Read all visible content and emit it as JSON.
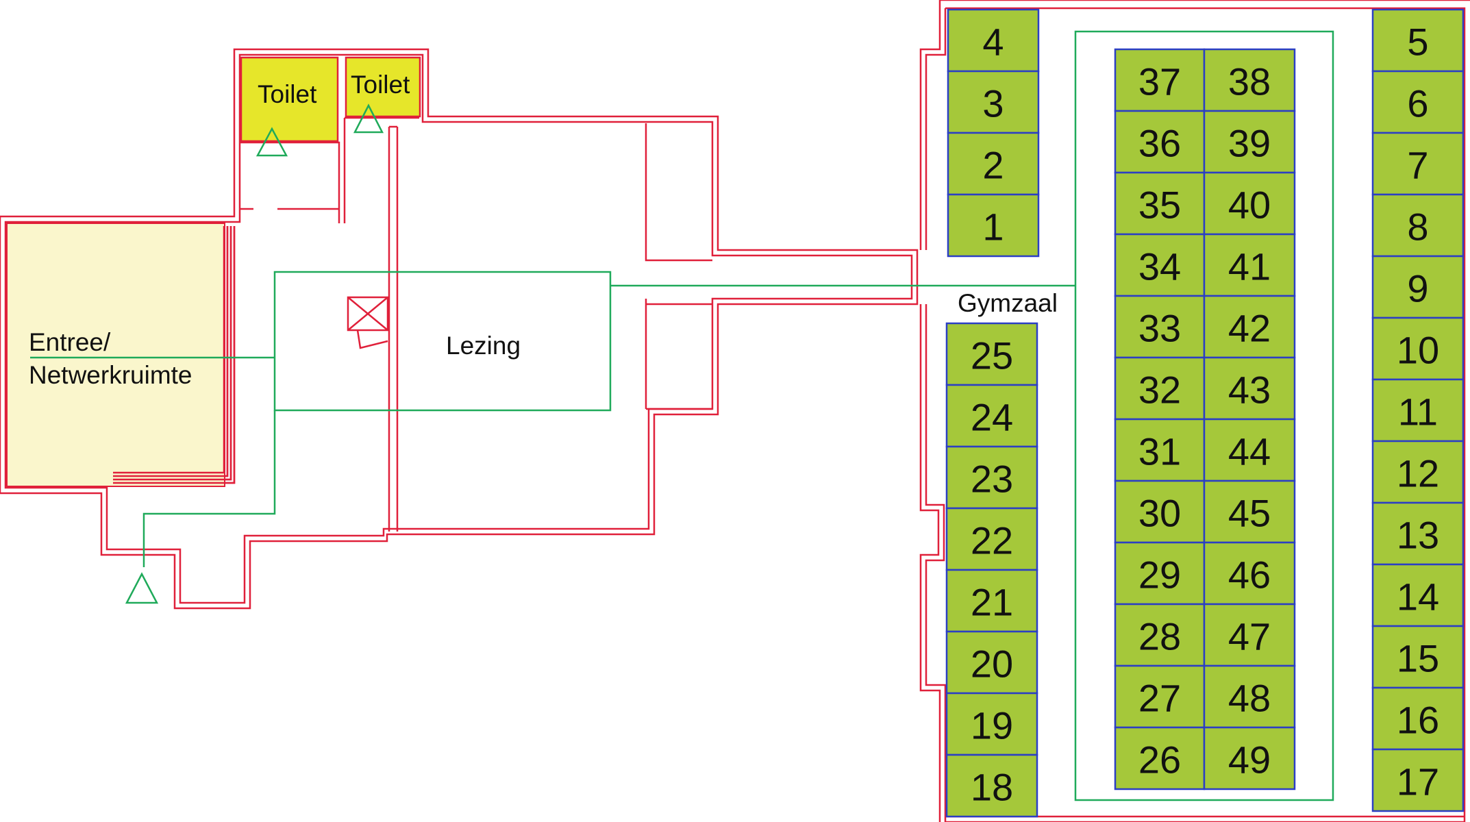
{
  "rooms": {
    "toilet_left": "Toilet",
    "toilet_right": "Toilet",
    "entree_line1": "Entree/",
    "entree_line2": "Netwerkruimte",
    "lezing": "Lezing",
    "gymzaal": "Gymzaal"
  },
  "tables": {
    "left_top": [
      "4",
      "3",
      "2",
      "1"
    ],
    "left_bottom": [
      "25",
      "24",
      "23",
      "22",
      "21",
      "20",
      "19",
      "18"
    ],
    "center_left": [
      "37",
      "36",
      "35",
      "34",
      "33",
      "32",
      "31",
      "30",
      "29",
      "28",
      "27",
      "26"
    ],
    "center_right": [
      "38",
      "39",
      "40",
      "41",
      "42",
      "43",
      "44",
      "45",
      "46",
      "47",
      "48",
      "49"
    ],
    "right": [
      "5",
      "6",
      "7",
      "8",
      "9",
      "10",
      "11",
      "12",
      "13",
      "14",
      "15",
      "16",
      "17"
    ]
  },
  "colors": {
    "wall": "#e0203a",
    "network_line": "#1faa5a",
    "table_fill": "#a5c83a",
    "table_border": "#2b3fc4",
    "toilet_fill": "#e6e62a",
    "entree_fill": "#faf6cc"
  }
}
